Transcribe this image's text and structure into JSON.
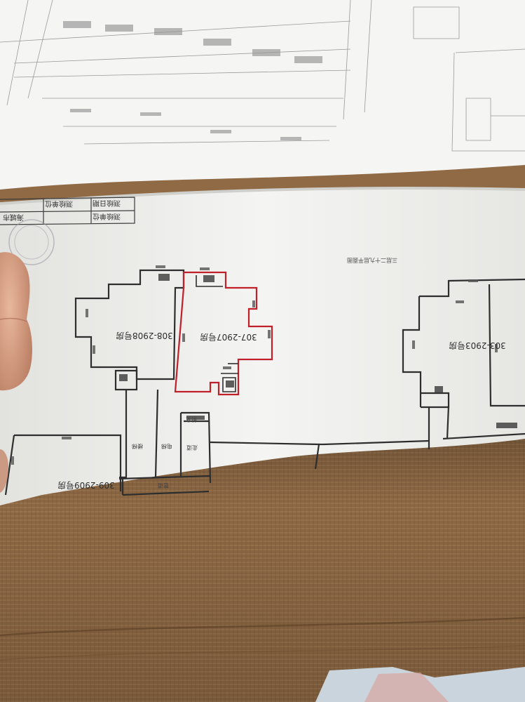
{
  "photo": {
    "subject": "",
    "title_block": {
      "row1": "测绘日期",
      "row2": "测绘单位",
      "row1_value": "测绘单位",
      "row2_value": "海城市"
    },
    "plan_title": "三层二十九层平面图",
    "units": {
      "u308": "308-2908号房",
      "u307": "307-2907号房",
      "u309": "309-2909号房",
      "u303": "303-2903号房"
    },
    "rooms": {
      "r1": "前室",
      "r2": "楼梯",
      "r3": "电梯",
      "r4": "走道",
      "r5": "管道"
    },
    "colors": {
      "highlight": "#c0202a",
      "paper": "#f3f3f1",
      "line": "#2e2e2e",
      "fabric": "#8f6a45"
    }
  }
}
